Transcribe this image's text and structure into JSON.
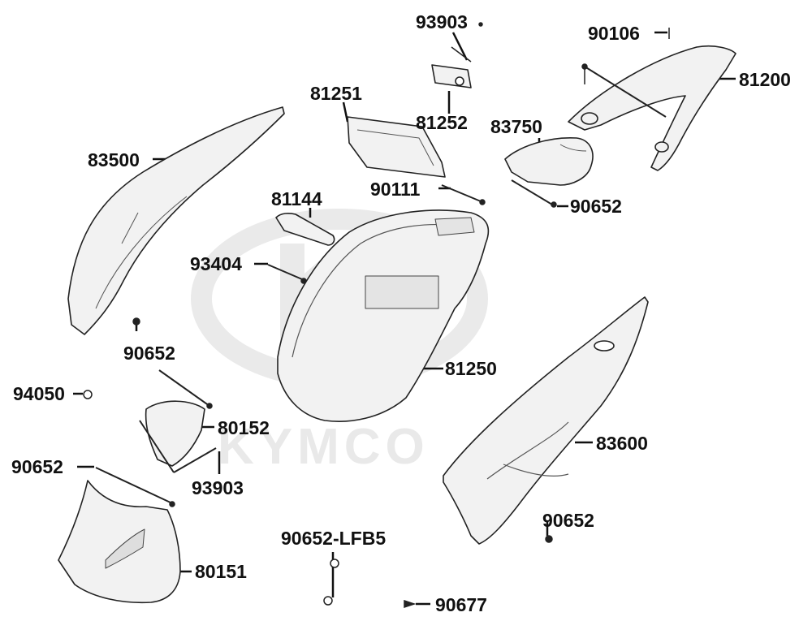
{
  "watermark": {
    "text": "KYMCO",
    "color": "#e9e9e9"
  },
  "colors": {
    "ink": "#111111",
    "part_fill": "#f2f2f2",
    "part_stroke": "#222222"
  },
  "labels": {
    "p93903_top": "93903",
    "p90106": "90106",
    "p81251": "81251",
    "p81200": "81200",
    "p81252": "81252",
    "p83750": "83750",
    "p83500": "83500",
    "p90111": "90111",
    "p81144": "81144",
    "p90652_right": "90652",
    "p93404": "93404",
    "p90652_left": "90652",
    "p81250": "81250",
    "p94050": "94050",
    "p80152": "80152",
    "p83600": "83600",
    "p90652_bl": "90652",
    "p93903_bottom": "93903",
    "p90652_low": "90652",
    "p90652lfb5": "90652-LFB5",
    "p80151": "80151",
    "p90677": "90677"
  }
}
